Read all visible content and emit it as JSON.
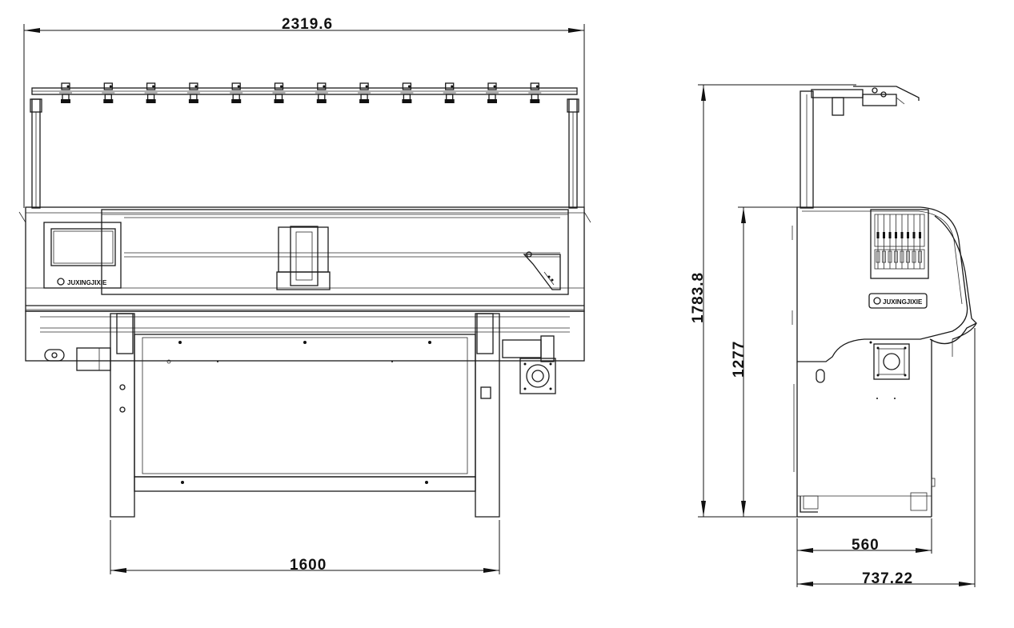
{
  "drawing": {
    "front_view": {
      "overall_width": "2319.6",
      "base_width": "1600",
      "brand_label": "JUXINGJIXIE"
    },
    "side_view": {
      "overall_height": "1783.8",
      "table_height": "1277",
      "base_depth": "560",
      "overall_depth": "737.22",
      "brand_label": "JUXINGJIXIE"
    }
  }
}
